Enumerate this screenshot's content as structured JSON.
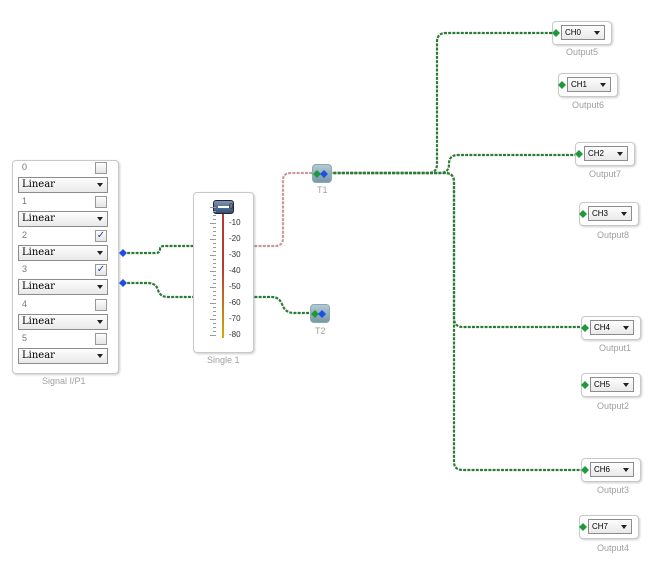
{
  "colors": {
    "wire": "#2f7a37",
    "wire_highlight": "#c89a9a",
    "port_green": "#1e9a3a",
    "port_blue": "#1f4fe0"
  },
  "input_block": {
    "caption": "Signal I/P1",
    "channels": [
      {
        "index": "0",
        "mode": "Linear",
        "checked": false
      },
      {
        "index": "1",
        "mode": "Linear",
        "checked": false
      },
      {
        "index": "2",
        "mode": "Linear",
        "checked": true
      },
      {
        "index": "3",
        "mode": "Linear",
        "checked": true
      },
      {
        "index": "4",
        "mode": "Linear",
        "checked": false
      },
      {
        "index": "5",
        "mode": "Linear",
        "checked": false
      }
    ]
  },
  "slider_block": {
    "caption": "Single 1",
    "scale": [
      "0",
      "-10",
      "-20",
      "-30",
      "-40",
      "-50",
      "-60",
      "-70",
      "-80"
    ],
    "value": 0
  },
  "t_nodes": [
    {
      "caption": "T1"
    },
    {
      "caption": "T2"
    }
  ],
  "outputs": [
    {
      "channel": "CH0",
      "caption": "Output5"
    },
    {
      "channel": "CH1",
      "caption": "Output6"
    },
    {
      "channel": "CH2",
      "caption": "Output7"
    },
    {
      "channel": "CH3",
      "caption": "Output8"
    },
    {
      "channel": "CH4",
      "caption": "Output1"
    },
    {
      "channel": "CH5",
      "caption": "Output2"
    },
    {
      "channel": "CH6",
      "caption": "Output3"
    },
    {
      "channel": "CH7",
      "caption": "Output4"
    }
  ]
}
